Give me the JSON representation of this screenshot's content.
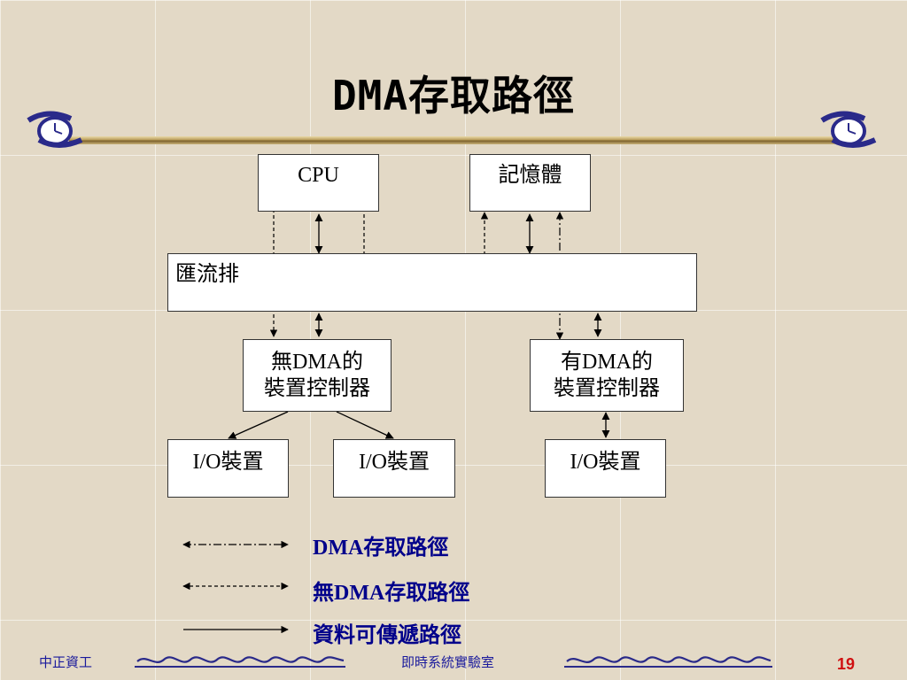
{
  "title": "DMA存取路徑",
  "boxes": {
    "cpu": "CPU",
    "memory": "記憶體",
    "bus": "匯流排",
    "dev_no_dma_line1": "無DMA的",
    "dev_no_dma_line2": "裝置控制器",
    "dev_dma_line1": "有DMA的",
    "dev_dma_line2": "裝置控制器",
    "io1": "I/O裝置",
    "io2": "I/O裝置",
    "io3": "I/O裝置"
  },
  "legend": {
    "dash_dot": "DMA存取路徑",
    "dashed": "無DMA存取路徑",
    "solid": "資料可傳遞路徑"
  },
  "footer": {
    "left": "中正資工",
    "center": "即時系統實驗室",
    "page": "19"
  },
  "icons": [
    "clock-icon",
    "loop-decoration-icon"
  ]
}
